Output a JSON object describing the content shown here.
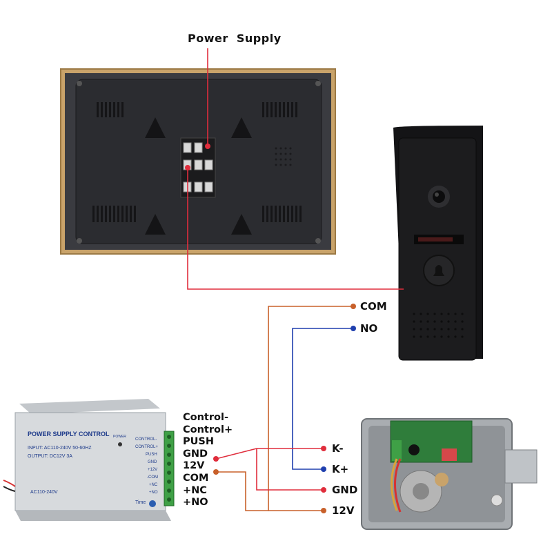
{
  "title": "Power  Supply",
  "doorbell_terminals": [
    "COM",
    "NO"
  ],
  "lock_terminals": [
    "K-",
    "K+",
    "GND",
    "12V"
  ],
  "psu": {
    "header": "POWER SUPPLY CONTROL",
    "input": "INPUT: AC110-240V 50-60HZ",
    "output": "OUTPUT: DC12V  3A",
    "power_led": "POWER",
    "ac_label": "AC110-240V",
    "time_label": "Time",
    "terminals": [
      "CONTROL-",
      "CONTROL+",
      "PUSH",
      "GND",
      "+12V",
      "-COM",
      "+NC",
      "+NO"
    ]
  },
  "psu_pins": [
    "Control-",
    "Control+",
    "PUSH",
    "GND",
    "12V",
    "COM",
    "+NC",
    "+NO"
  ],
  "colors": {
    "red_wire": "#e02d3c",
    "orange_wire": "#c8602a",
    "blue_wire": "#1f3fae",
    "monitor_frame": "#c9a36a",
    "monitor_body": "#2b2c30",
    "doorbell_body": "#1c1c1e",
    "psu_body": "#d7dadd"
  },
  "icons": [
    "triangle-vent-icon",
    "bell-icon",
    "power-led-icon",
    "timer-knob-icon"
  ]
}
